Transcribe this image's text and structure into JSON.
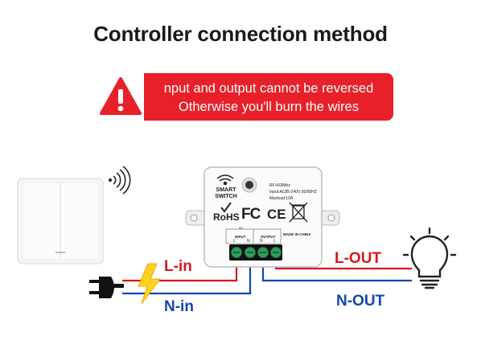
{
  "title": "Controller connection method",
  "warning": {
    "line1": "nput and output cannot be reversed",
    "line2": "Otherwise you'll burn the wires",
    "icon": "warning-triangle-icon",
    "colors": {
      "banner": "#e8202a",
      "triangle": "#e8202a"
    }
  },
  "device": {
    "wifi_label_1": "SMART",
    "wifi_label_2": "SWITCH",
    "specs": [
      "RF:433Mhz",
      "Input:AC85-240V 50/60HZ",
      "Maxload:10A"
    ],
    "rohs": "RoHS",
    "fc": "FC",
    "ce": "CE",
    "input_label": "INPUT",
    "output_label": "OUTPUT",
    "ac_label": "AC",
    "made_in": "MADE IN CHINA",
    "terminal_marks": [
      "L",
      "N",
      "N",
      "L"
    ]
  },
  "wires": {
    "l_in": "L-in",
    "n_in": "N-in",
    "l_out": "L-OUT",
    "n_out": "N-OUT",
    "colors": {
      "live": "#d8161e",
      "neutral": "#1446b4"
    }
  }
}
